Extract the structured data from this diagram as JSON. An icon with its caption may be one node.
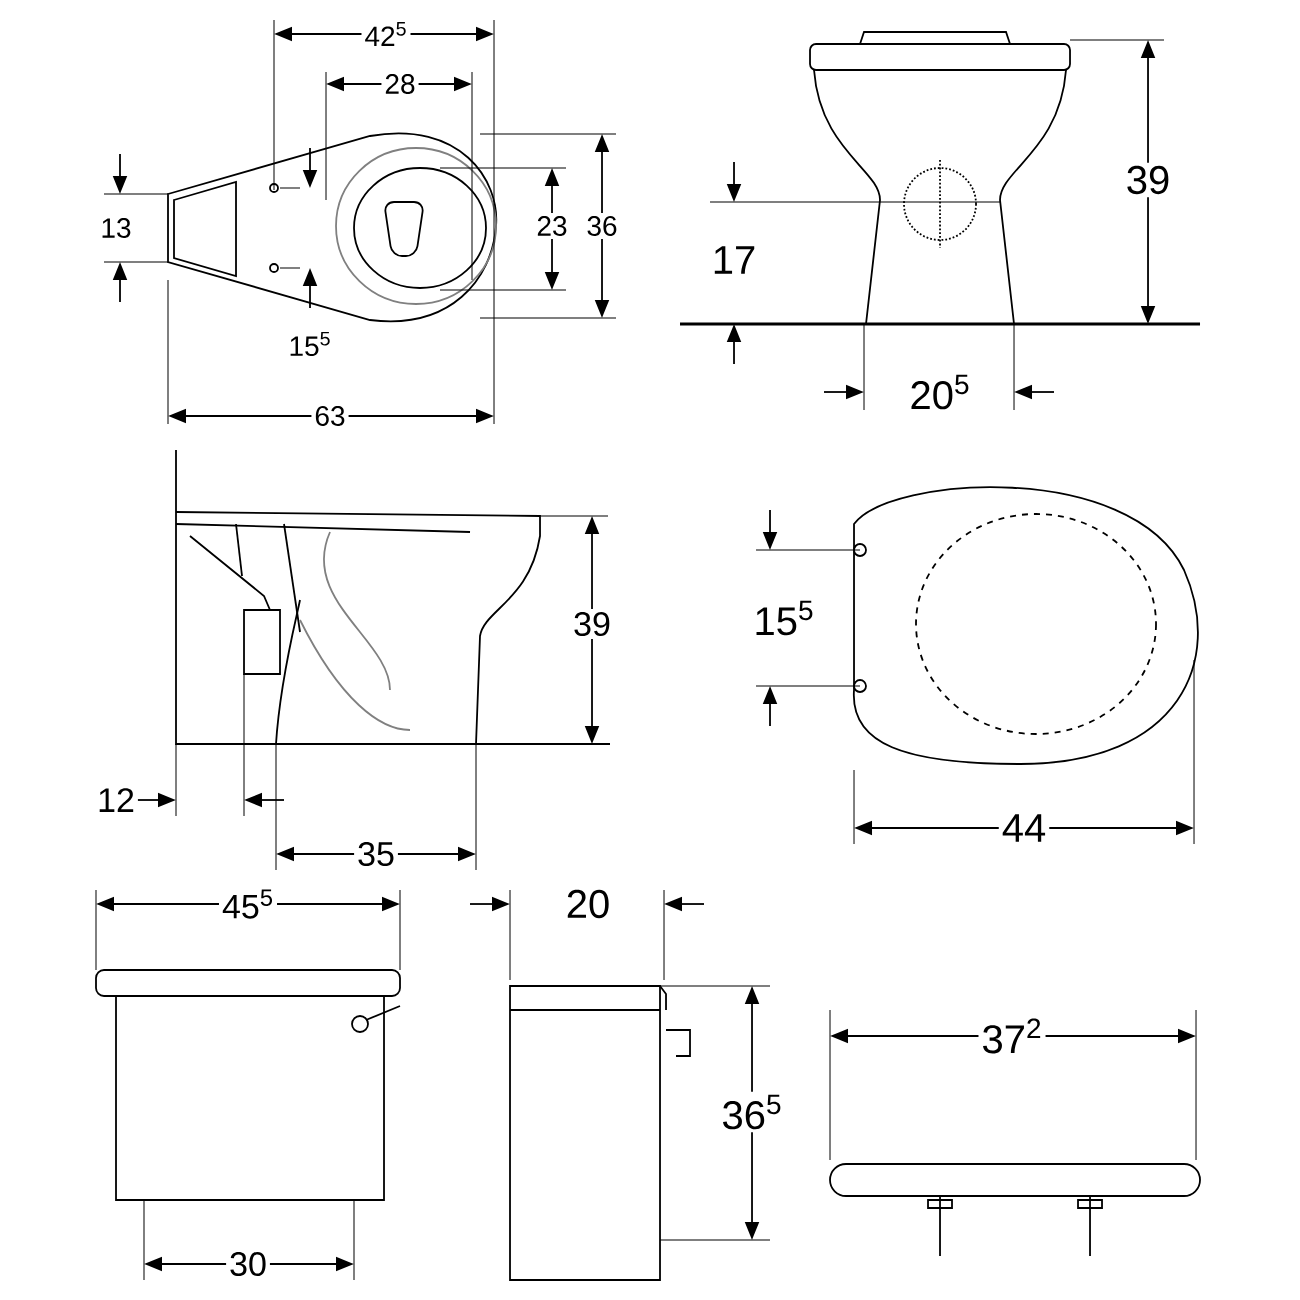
{
  "diagram": {
    "labels": [
      "42$^{5}$",
      "28",
      "13",
      "23",
      "36",
      "15$^{5}$",
      "63",
      "39",
      "17",
      "20$^{5}$",
      "39",
      "12",
      "35",
      "15$^{5}$",
      "44",
      "45$^{5}$",
      "20",
      "36$^{5}$",
      "37$^{2}$",
      "30"
    ]
  }
}
